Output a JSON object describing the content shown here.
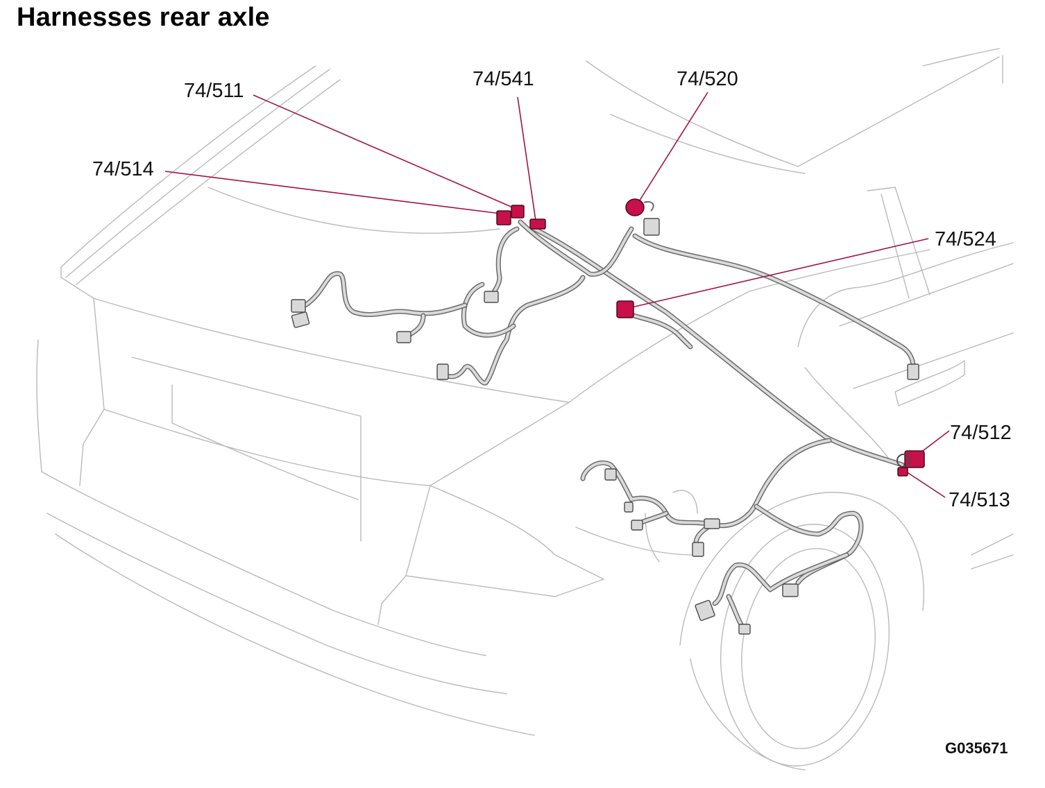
{
  "title": "Harnesses rear axle",
  "figure_id": "G035671",
  "colors": {
    "highlight_connector": "#c8104a",
    "leader_line": "#a3123f",
    "body_outline": "#b9b9b9",
    "harness": "#6a6a6a"
  },
  "callouts": [
    {
      "id": "c511",
      "label": "74/511"
    },
    {
      "id": "c541",
      "label": "74/541"
    },
    {
      "id": "c520",
      "label": "74/520"
    },
    {
      "id": "c514",
      "label": "74/514"
    },
    {
      "id": "c524",
      "label": "74/524"
    },
    {
      "id": "c512",
      "label": "74/512"
    },
    {
      "id": "c513",
      "label": "74/513"
    }
  ]
}
